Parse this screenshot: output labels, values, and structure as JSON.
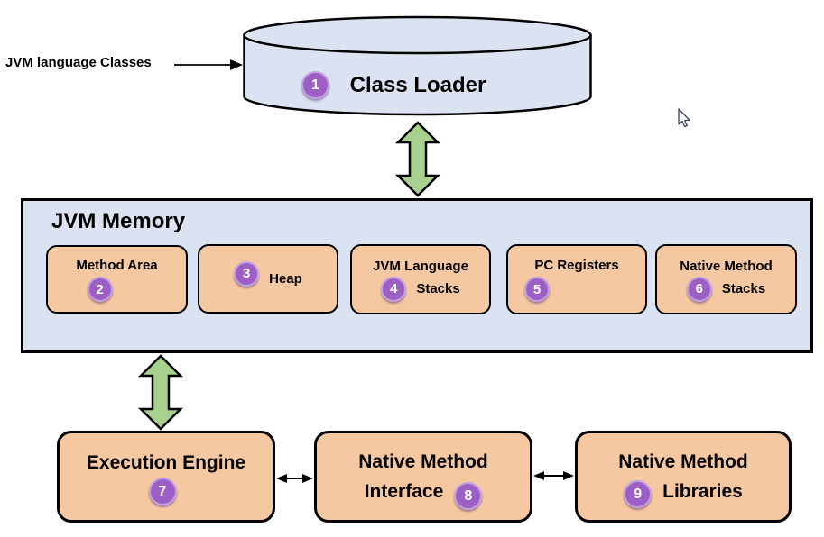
{
  "colors": {
    "panel_fill": "#dbe3f3",
    "component_fill": "#f6c8a2",
    "connector_green": "#a9d18e",
    "badge_fill": "#9d5fc6",
    "outline": "#000000"
  },
  "input_label": {
    "text": "JVM language Classes"
  },
  "class_loader": {
    "badge": "1",
    "label": "Class Loader"
  },
  "memory": {
    "title": "JVM Memory",
    "boxes": [
      {
        "badge": "2",
        "label": "Method Area"
      },
      {
        "badge": "3",
        "label": "Heap"
      },
      {
        "badge": "4",
        "line1": "JVM Language",
        "line2": "Stacks"
      },
      {
        "badge": "5",
        "label": "PC Registers"
      },
      {
        "badge": "6",
        "line1": "Native Method",
        "line2": "Stacks"
      }
    ]
  },
  "engine_row": {
    "execution_engine": {
      "badge": "7",
      "label": "Execution Engine"
    },
    "native_method_interface": {
      "badge": "8",
      "line1": "Native Method",
      "line2": "Interface"
    },
    "native_method_libraries": {
      "badge": "9",
      "line1": "Native Method",
      "line2": "Libraries"
    }
  }
}
